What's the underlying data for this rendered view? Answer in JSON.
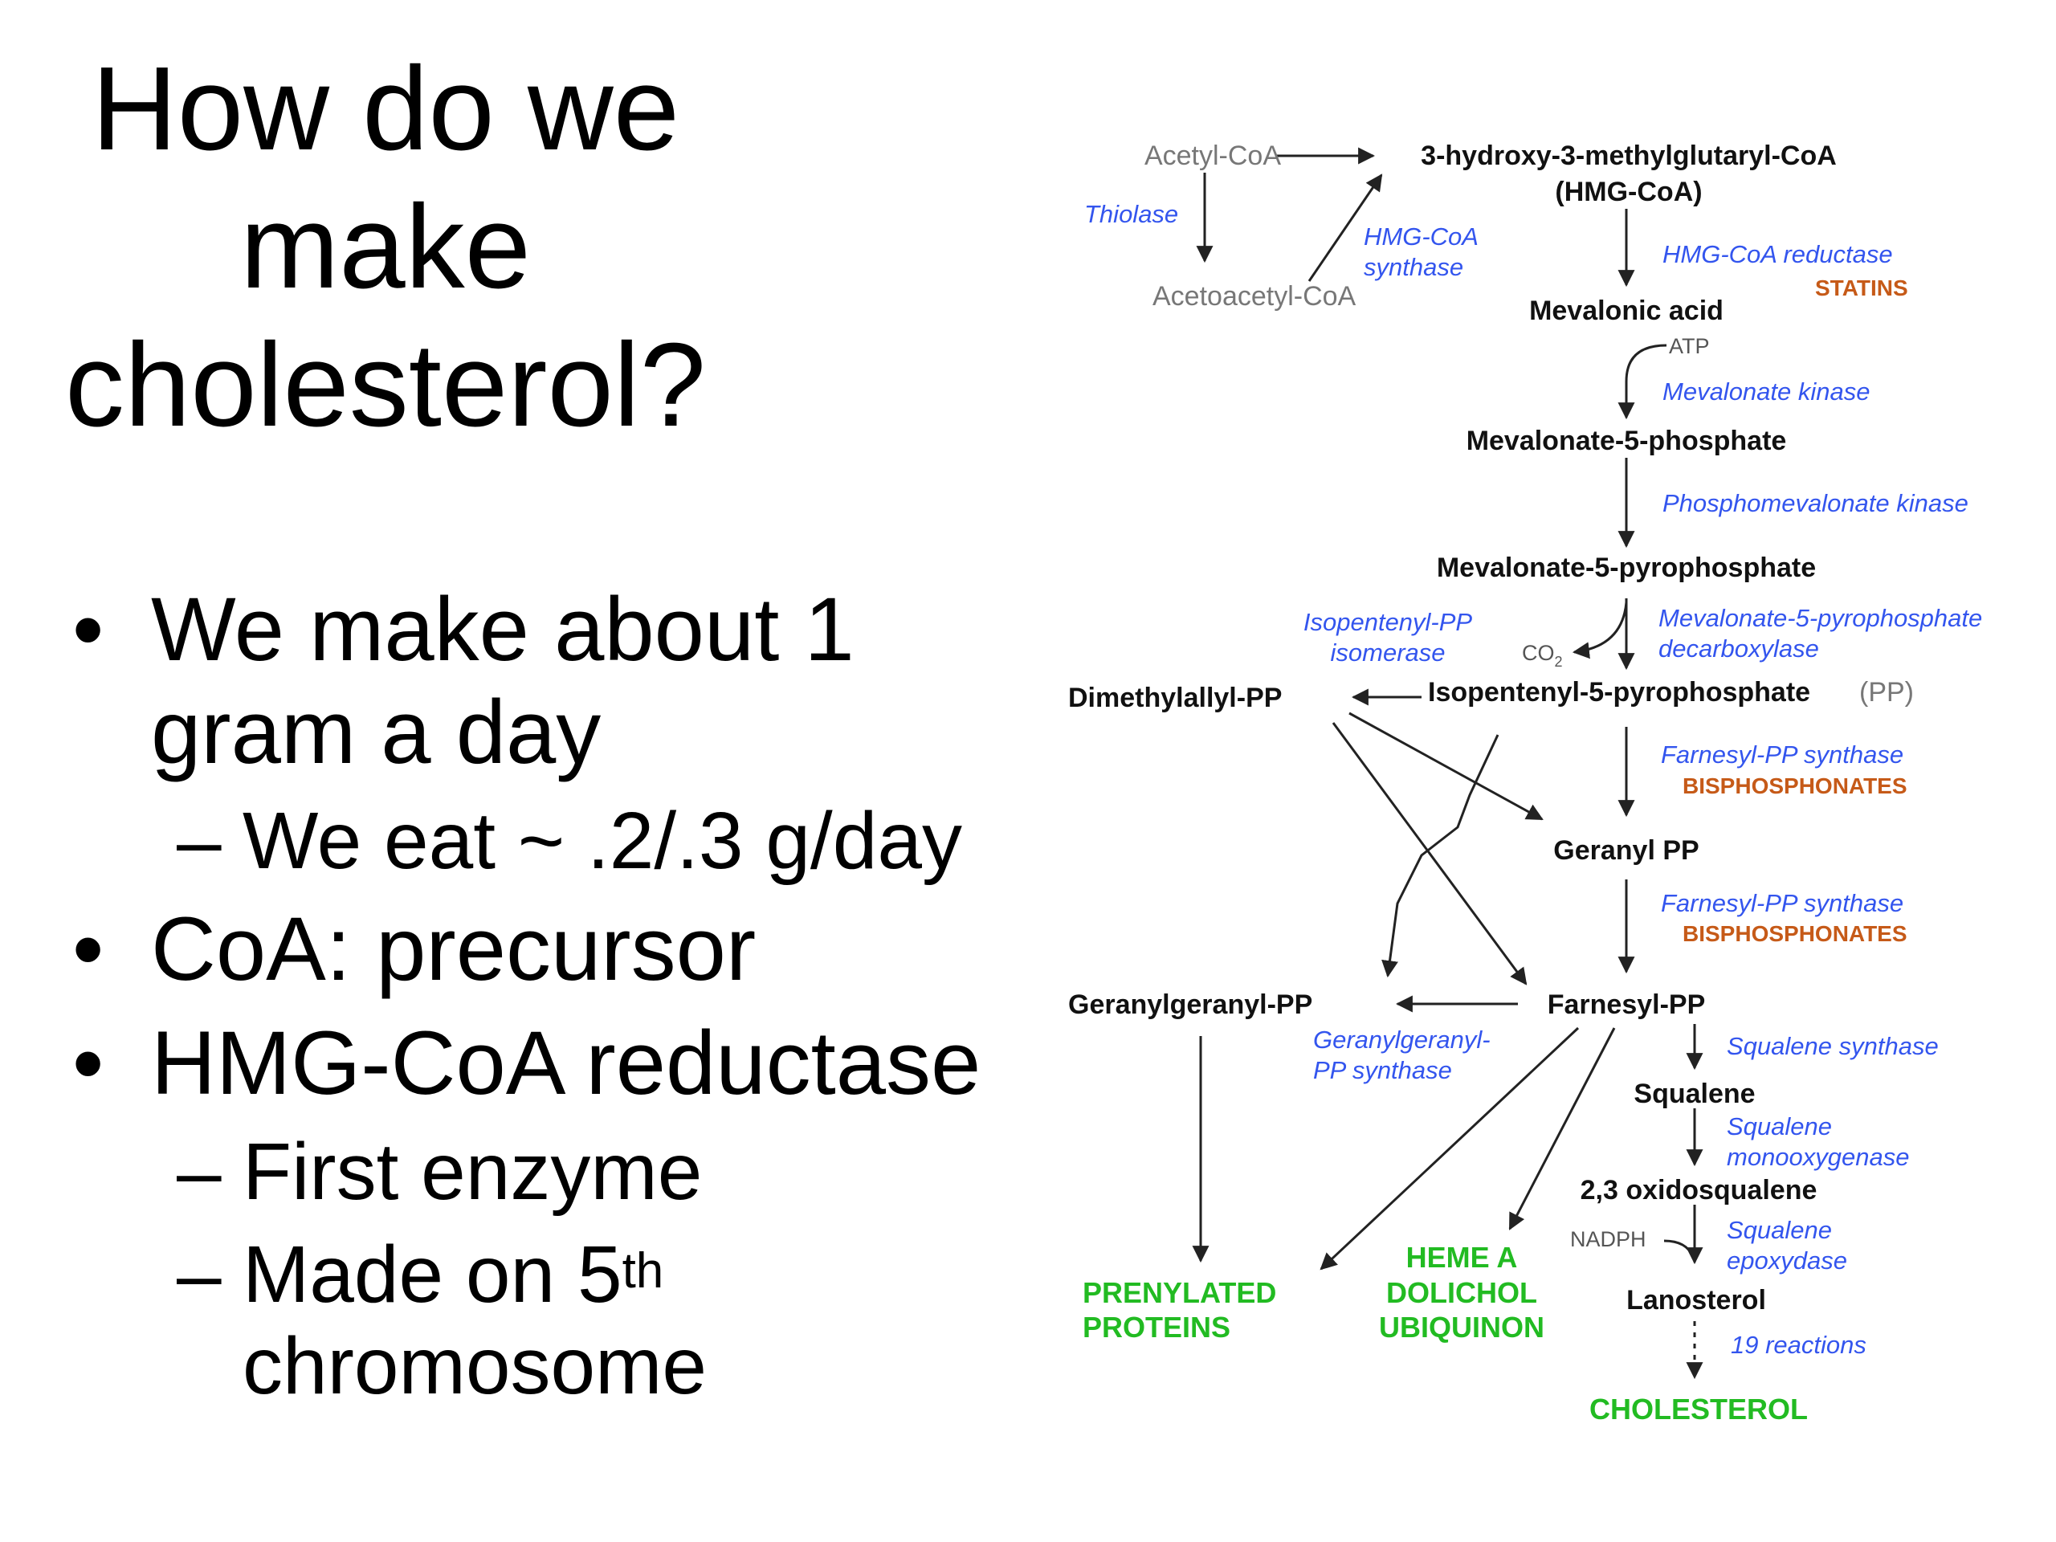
{
  "title_lines": [
    "How do we",
    "make",
    "cholesterol?"
  ],
  "bullets": {
    "b1": "We make about 1 gram a day",
    "b1_sub": "We eat ~ .2/.3 g/day",
    "b2": "CoA: precursor",
    "b3": "HMG-CoA reductase",
    "b3_sub1": "First enzyme",
    "b3_sub2_pre": "Made on 5",
    "b3_sub2_sup": "th",
    "b3_sub2_post": "chromosome"
  },
  "pathway": {
    "acetyl_coa": "Acetyl-CoA",
    "thiolase": "Thiolase",
    "acetoacetyl_coa": "Acetoacetyl-CoA",
    "hmg_synthase_1": "HMG-CoA",
    "hmg_synthase_2": "synthase",
    "hmg_coa_1": "3-hydroxy-3-methylglutaryl-CoA",
    "hmg_coa_2": "(HMG-CoA)",
    "hmg_reductase": "HMG-CoA reductase",
    "statins": "STATINS",
    "mevalonic_acid": "Mevalonic acid",
    "atp": "ATP",
    "mevalonate_kinase": "Mevalonate kinase",
    "mevalonate_5p": "Mevalonate-5-phosphate",
    "phosphomevalonate_kinase": "Phosphomevalonate kinase",
    "mevalonate_5pp": "Mevalonate-5-pyrophosphate",
    "isomerase_1": "Isopentenyl-PP",
    "isomerase_2": "isomerase",
    "co2": "CO",
    "co2_sub": "2",
    "decarboxylase_1": "Mevalonate-5-pyrophosphate",
    "decarboxylase_2": "decarboxylase",
    "dimethylallyl_pp": "Dimethylallyl-PP",
    "isopentenyl_pp": "Isopentenyl-5-pyrophosphate",
    "pp": "(PP)",
    "fpp_synthase_1": "Farnesyl-PP synthase",
    "bisphosphonates_1": "BISPHOSPHONATES",
    "geranyl_pp": "Geranyl PP",
    "fpp_synthase_2": "Farnesyl-PP synthase",
    "bisphosphonates_2": "BISPHOSPHONATES",
    "geranylgeranyl_pp": "Geranylgeranyl-PP",
    "farnesyl_pp": "Farnesyl-PP",
    "ggpp_synthase_1": "Geranylgeranyl-",
    "ggpp_synthase_2": "PP synthase",
    "squalene_synthase": "Squalene synthase",
    "squalene": "Squalene",
    "monooxygenase_1": "Squalene",
    "monooxygenase_2": "monooxygenase",
    "oxidosqualene": "2,3 oxidosqualene",
    "nadph": "NADPH",
    "epoxydase_1": "Squalene",
    "epoxydase_2": "epoxydase",
    "lanosterol": "Lanosterol",
    "reactions": "19 reactions",
    "cholesterol": "CHOLESTEROL",
    "prenylated_1": "PRENYLATED",
    "prenylated_2": "PROTEINS",
    "heme_1": "HEME A",
    "heme_2": "DOLICHOL",
    "heme_3": "UBIQUINON"
  },
  "colors": {
    "enzyme": "#3355ee",
    "drug": "#c65a18",
    "product": "#22bb22"
  }
}
